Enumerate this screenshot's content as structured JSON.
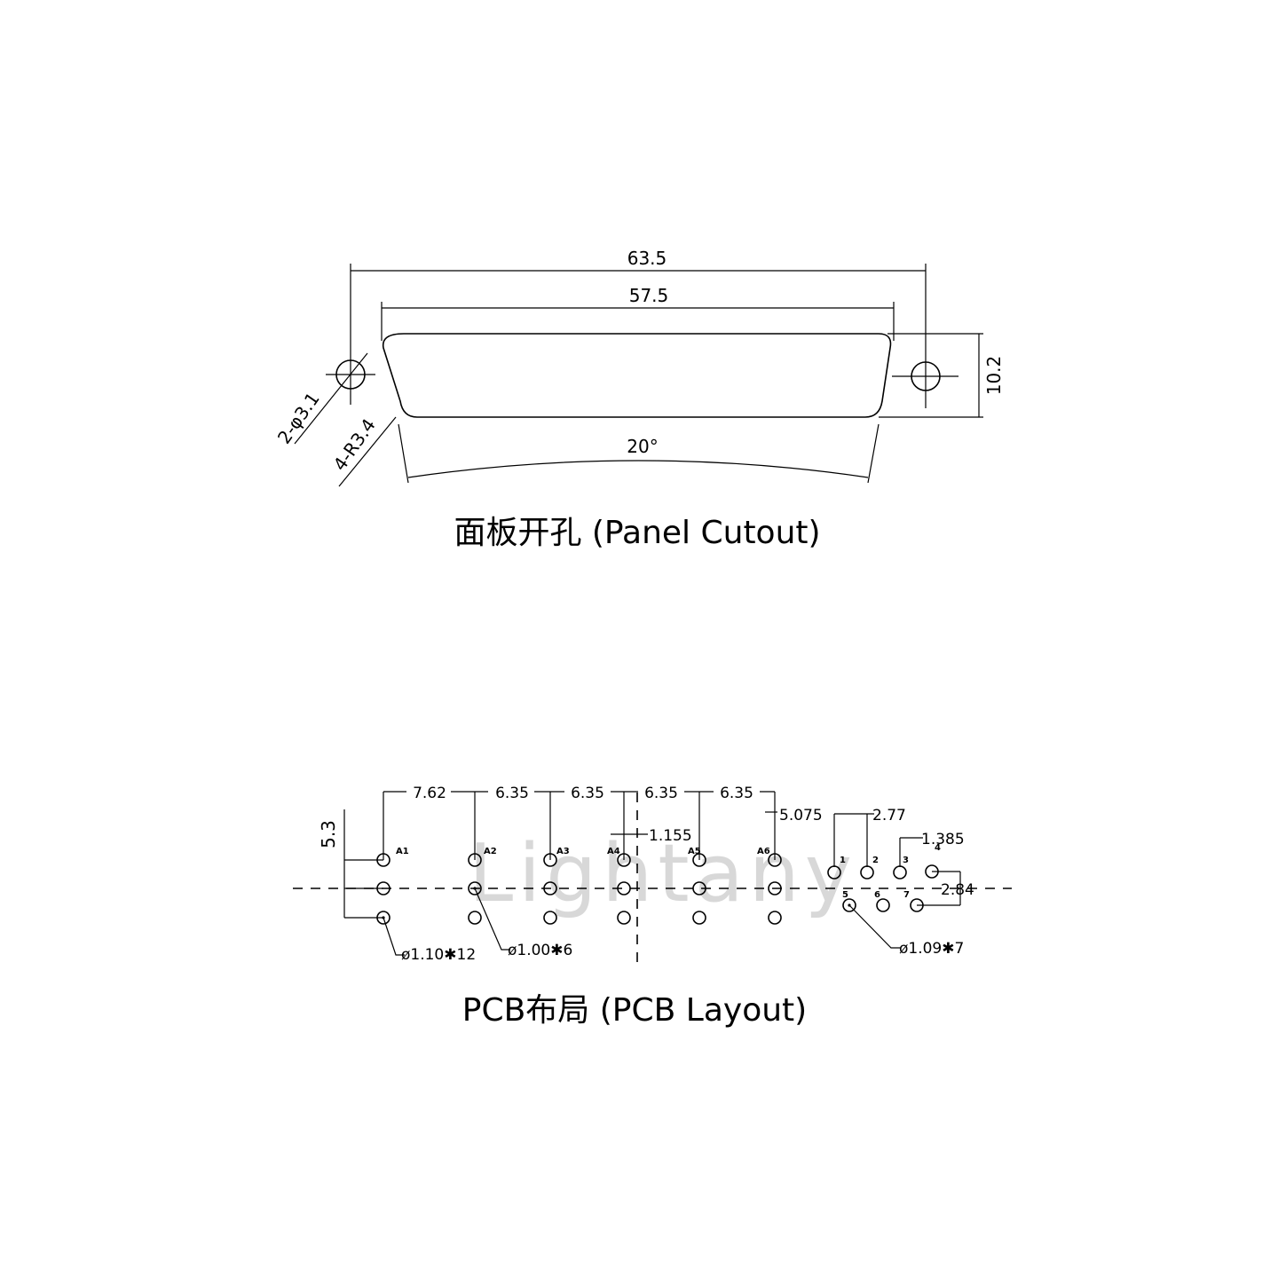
{
  "panel": {
    "dims": {
      "overall_width": "63.5",
      "cutout_width": "57.5",
      "height": "10.2",
      "angle": "20°",
      "hole_callout": "2-φ3.1",
      "radius_callout": "4-R3.4"
    },
    "caption": "面板开孔 (Panel Cutout)"
  },
  "pcb": {
    "dims": {
      "p1": "7.62",
      "p2": "6.35",
      "p3": "6.35",
      "p4": "6.35",
      "p5": "6.35",
      "offset": "1.155",
      "row": "5.3",
      "gap": "5.075",
      "sig_pitch": "2.77",
      "sig_offset": "1.385",
      "sig_row": "2.84"
    },
    "coax_labels": [
      "A1",
      "A2",
      "A3",
      "A4",
      "A5",
      "A6"
    ],
    "signal_labels": [
      "1",
      "2",
      "3",
      "4",
      "5",
      "6",
      "7"
    ],
    "callouts": {
      "large_holes": "ø1.10✱12",
      "coax_holes": "ø1.00✱6",
      "signal_holes": "ø1.09✱7"
    },
    "caption": "PCB布局 (PCB Layout)"
  },
  "watermark": "Lightany"
}
